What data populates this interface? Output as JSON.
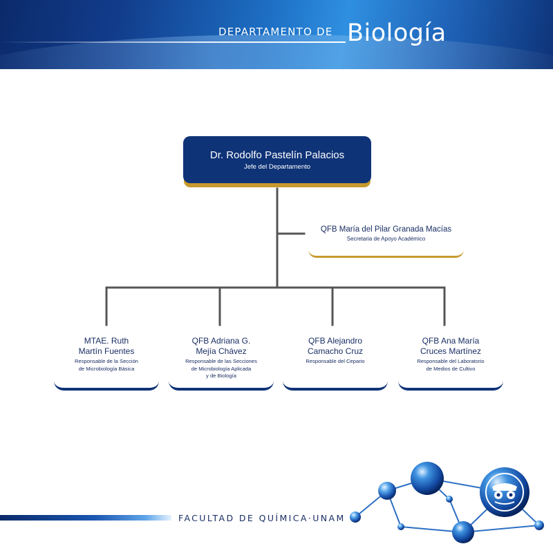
{
  "header": {
    "department_label": "DEPARTAMENTO DE",
    "department_name": "Biología"
  },
  "head": {
    "name": "Dr. Rodolfo Pastelín Palacios",
    "role": "Jefe del Departamento"
  },
  "secretary": {
    "name": "QFB María del Pilar Granada Macías",
    "role": "Secretaria de Apoyo Académico"
  },
  "subordinates": [
    {
      "name1": "MTAE. Ruth",
      "name2": "Martín Fuentes",
      "role1": "Responsable de la Sección",
      "role2": "de Microbiología Básica",
      "role3": ""
    },
    {
      "name1": "QFB Adriana G.",
      "name2": "Mejía Chávez",
      "role1": "Responsable de las Secciones",
      "role2": "de Microbiología Aplicada",
      "role3": "y de Biología"
    },
    {
      "name1": "QFB Alejandro",
      "name2": "Camacho Cruz",
      "role1": "Responsable del Cepario",
      "role2": "",
      "role3": ""
    },
    {
      "name1": "QFB Ana María",
      "name2": "Cruces Martínez",
      "role1": "Responsable del Laboratorio",
      "role2": "de Medios de Cultivo",
      "role3": ""
    }
  ],
  "footer": {
    "text": "FACULTAD DE QUÍMICA·UNAM",
    "logo_icon": "unam-owl-logo-icon"
  },
  "colors": {
    "navy": "#0f3377",
    "gold": "#c79a2e",
    "connector": "#555555",
    "text": "#1a2e63"
  }
}
